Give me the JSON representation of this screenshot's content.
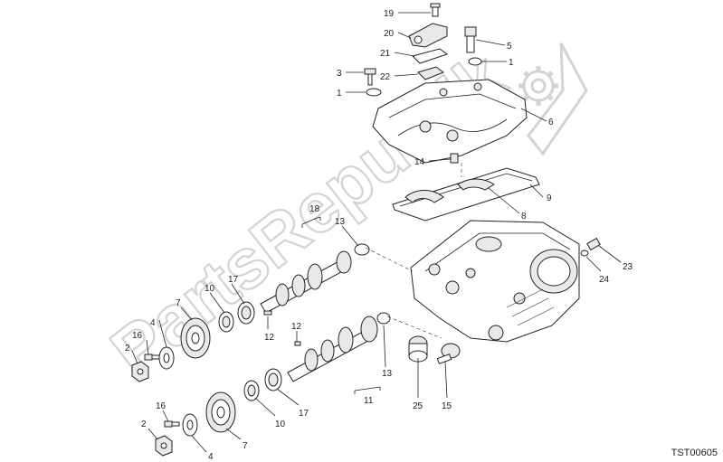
{
  "diagram_code": "TST00605",
  "watermark": {
    "text": "PartsRepublik",
    "color": "#d8d8d8"
  },
  "callouts": [
    {
      "label": "19"
    },
    {
      "label": "20"
    },
    {
      "label": "21"
    },
    {
      "label": "22"
    },
    {
      "label": "3"
    },
    {
      "label": "1"
    },
    {
      "label": "5"
    },
    {
      "label": "1"
    },
    {
      "label": "6"
    },
    {
      "label": "14"
    },
    {
      "label": "9"
    },
    {
      "label": "8"
    },
    {
      "label": "18"
    },
    {
      "label": "13"
    },
    {
      "label": "10"
    },
    {
      "label": "17"
    },
    {
      "label": "7"
    },
    {
      "label": "16"
    },
    {
      "label": "4"
    },
    {
      "label": "2"
    },
    {
      "label": "12"
    },
    {
      "label": "12"
    },
    {
      "label": "13"
    },
    {
      "label": "11"
    },
    {
      "label": "25"
    },
    {
      "label": "15"
    },
    {
      "label": "24"
    },
    {
      "label": "23"
    },
    {
      "label": "16"
    },
    {
      "label": "2"
    },
    {
      "label": "4"
    },
    {
      "label": "7"
    },
    {
      "label": "10"
    },
    {
      "label": "17"
    }
  ]
}
